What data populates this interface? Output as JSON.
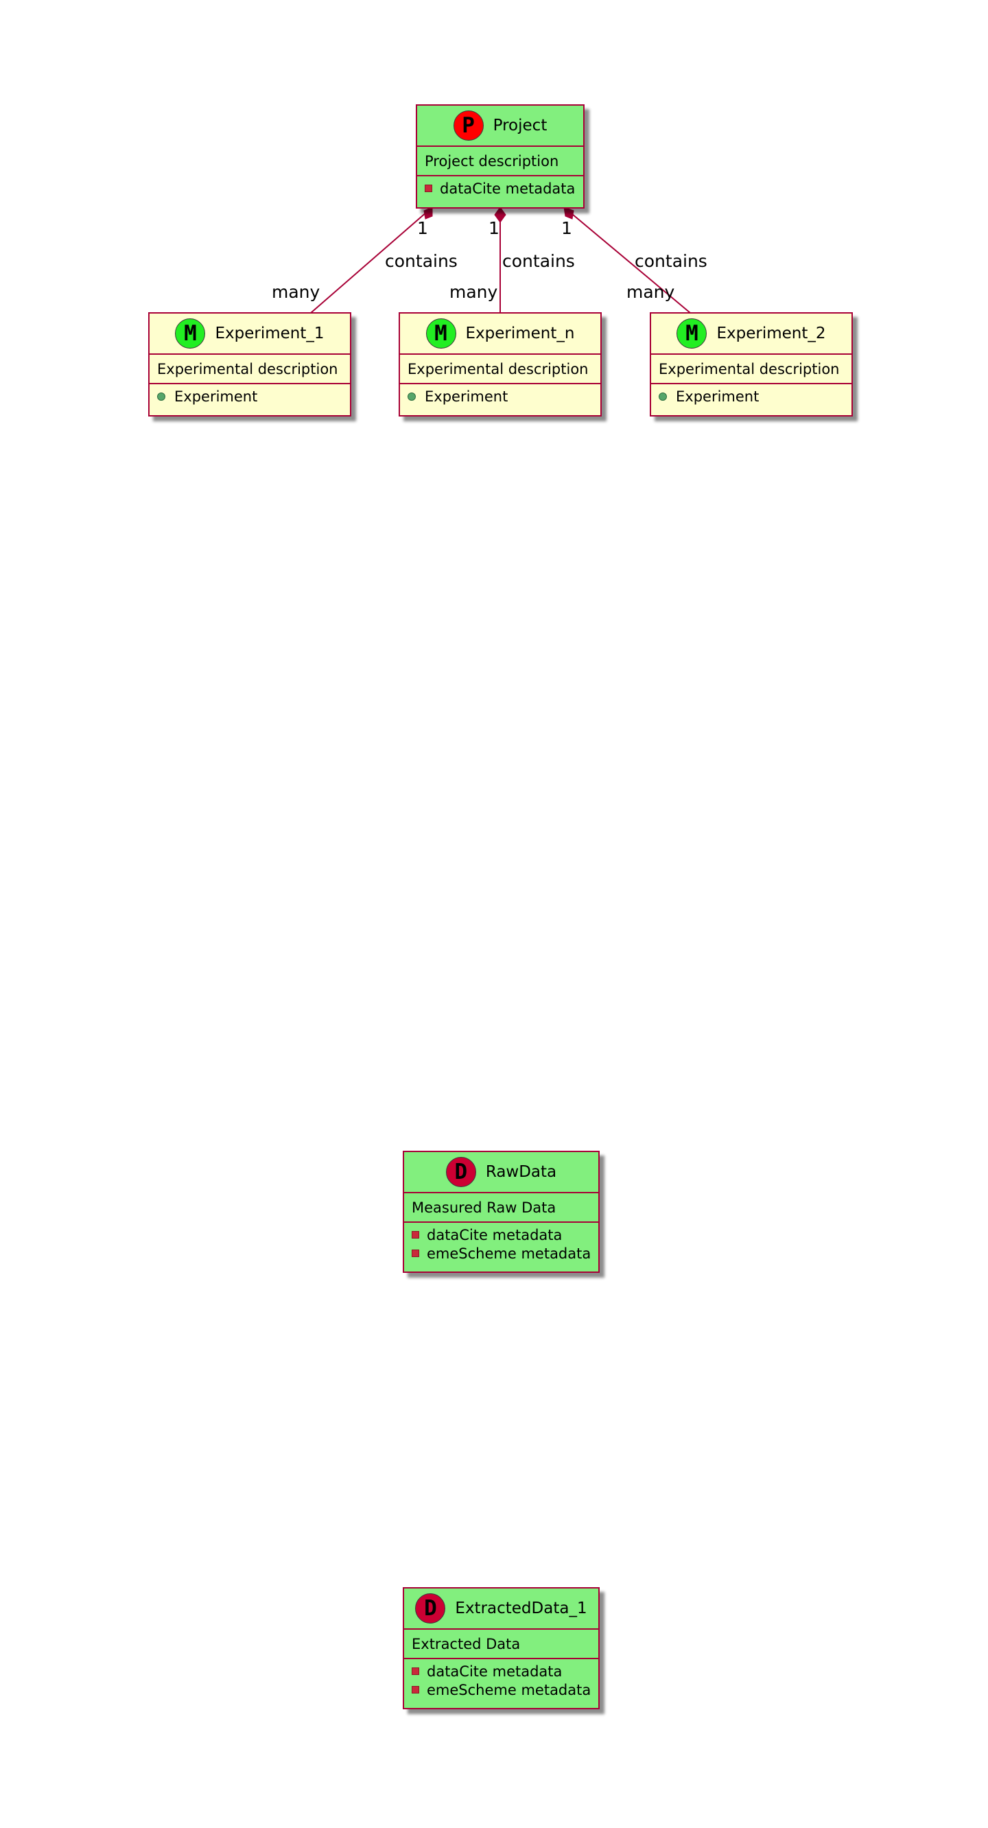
{
  "colors": {
    "border": "#a80036",
    "project_fill": "#82ef7e",
    "experiment_fill": "#fefece",
    "badge_p": "#ff0000",
    "badge_m": "#22ee22",
    "badge_d": "#cc0033"
  },
  "classes": {
    "project": {
      "badge": "P",
      "name": "Project",
      "description": "Project description",
      "attributes": [
        "dataCite metadata"
      ]
    },
    "experiment_1": {
      "badge": "M",
      "name": "Experiment_1",
      "description": "Experimental description",
      "attributes": [
        "Experiment"
      ]
    },
    "experiment_n": {
      "badge": "M",
      "name": "Experiment_n",
      "description": "Experimental description",
      "attributes": [
        "Experiment"
      ]
    },
    "experiment_2": {
      "badge": "M",
      "name": "Experiment_2",
      "description": "Experimental description",
      "attributes": [
        "Experiment"
      ]
    },
    "raw_data": {
      "badge": "D",
      "name": "RawData",
      "description": "Measured Raw Data",
      "attributes": [
        "dataCite metadata",
        "emeScheme metadata"
      ]
    },
    "extracted_data_1": {
      "badge": "D",
      "name": "ExtractedData_1",
      "description": "Extracted Data",
      "attributes": [
        "dataCite metadata",
        "emeScheme metadata"
      ]
    }
  },
  "relations": {
    "to_experiment_1": {
      "label": "contains",
      "source_mult": "1",
      "target_mult": "many"
    },
    "to_experiment_n": {
      "label": "contains",
      "source_mult": "1",
      "target_mult": "many"
    },
    "to_experiment_2": {
      "label": "contains",
      "source_mult": "1",
      "target_mult": "many"
    }
  }
}
